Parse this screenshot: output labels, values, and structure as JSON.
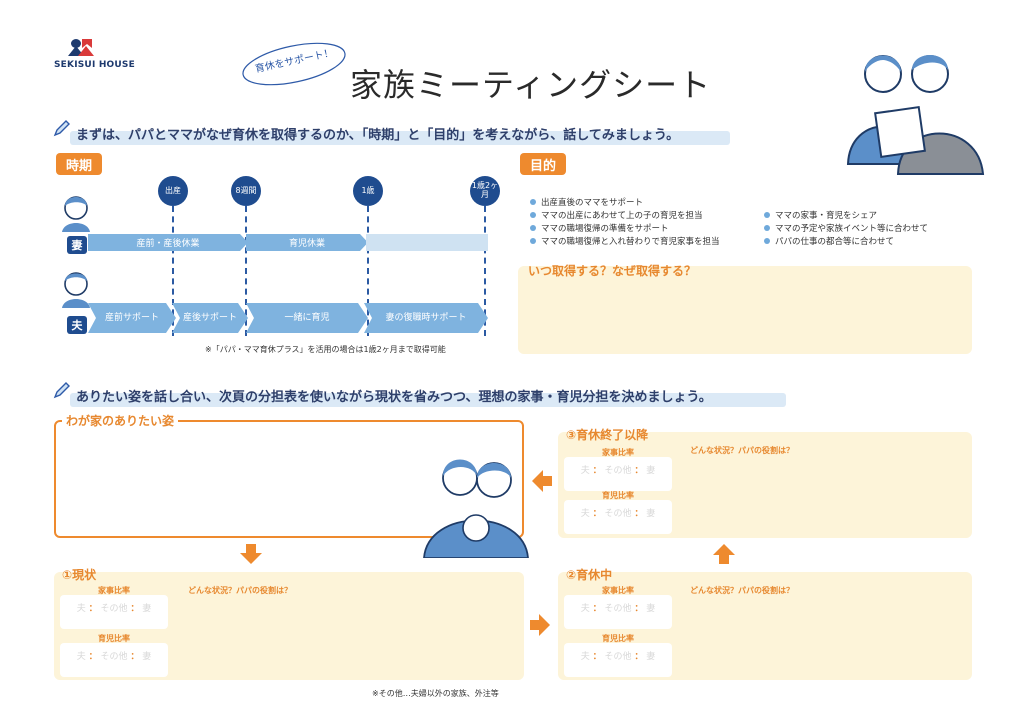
{
  "brand": {
    "name": "SEKISUI HOUSE"
  },
  "header": {
    "badge": "育休をサポート！",
    "title": "家族ミーティングシート"
  },
  "section1": {
    "instruction": "まずは、パパとママがなぜ育休を取得するのか、「時期」と「目的」を考えながら、話してみましょう。",
    "period_tab": "時期",
    "purpose_tab": "目的"
  },
  "timeline": {
    "milestones": [
      "出産",
      "8週間",
      "1歳",
      "1歳2ヶ月"
    ],
    "wife_label": "妻",
    "husband_label": "夫",
    "wife_bars": [
      "産前・産後休業",
      "育児休業"
    ],
    "husband_bars": [
      "産前サポート",
      "産後サポート",
      "一緒に育児",
      "妻の復職時サポート"
    ],
    "note": "※「パパ・ママ育休プラス」を活用の場合は1歳2ヶ月まで取得可能"
  },
  "purpose": {
    "left": [
      "出産直後のママをサポート",
      "ママの出産にあわせて上の子の育児を担当",
      "ママの職場復帰の準備をサポート",
      "ママの職場復帰と入れ替わりで育児家事を担当"
    ],
    "right": [
      "ママの家事・育児をシェア",
      "ママの予定や家族イベント等に合わせて",
      "パパの仕事の都合等に合わせて"
    ],
    "question": "いつ取得する？なぜ取得する？"
  },
  "section2": {
    "instruction": "ありたい姿を話し合い、次頁の分担表を使いながら現状を省みつつ、理想の家事・育児分担を決めましょう。",
    "ideal_title": "わが家のありたい姿",
    "current_title": "①現状",
    "during_title": "②育休中",
    "after_title": "③育休終了以降",
    "question": "どんな状況？パパの役割は？",
    "housework_ratio": "家事比率",
    "childcare_ratio": "育児比率",
    "husband": "夫",
    "other": "その他",
    "wife": "妻",
    "sep": "：",
    "footnote": "※その他…夫婦以外の家族、外注等"
  },
  "colors": {
    "orange": "#ee8a2e",
    "navy": "#1f4c8f",
    "lightblue": "#7fb3df",
    "cream": "#fdf4d9"
  }
}
